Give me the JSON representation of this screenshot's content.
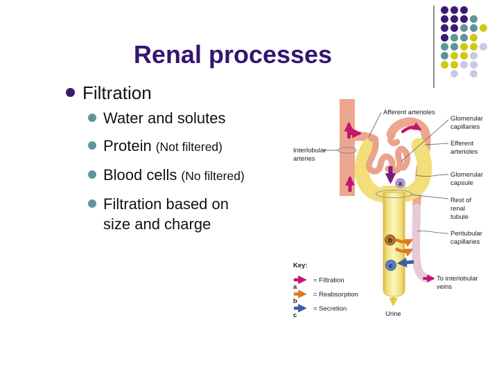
{
  "slide": {
    "title": "Renal processes"
  },
  "colors": {
    "title": "#341570",
    "main_bullet": "#3b1a70",
    "sub_bullet": "#5f9598",
    "vessel_salmon": "#eea78f",
    "capsule_yellow": "#f2df7a",
    "peritubular_pink": "#e6cada",
    "purple_arrow": "#7d1b7d",
    "urine_arrow": "#e3cc3a",
    "marker_a_fill": "#b29ad0",
    "marker_b_fill": "#b07531",
    "marker_c_fill": "#5c80bd"
  },
  "bullets": {
    "main": {
      "text": "Filtration"
    },
    "sub": [
      {
        "text": "Water and solutes",
        "note": "",
        "text2": ""
      },
      {
        "text": "Protein",
        "note": "(Not filtered)",
        "text2": ""
      },
      {
        "text": "Blood cells",
        "note": "(No filtered)",
        "text2": ""
      },
      {
        "text": "Filtration based on",
        "note": "",
        "text2": "size and charge"
      }
    ]
  },
  "decoration": {
    "pattern": [
      "PPP..",
      "PPPT.",
      "PPTTY",
      "PTTY.",
      "TTYYL",
      "TYYL.",
      "YYLL.",
      ".L.L."
    ],
    "palette": {
      "P": "#3d1973",
      "T": "#5f9496",
      "Y": "#d0c713",
      "L": "#c9c9e2"
    }
  },
  "diagram": {
    "labels": {
      "afferent": "Afferent arterioles",
      "glomerular_capillaries": [
        "Glomerular",
        "capillaries"
      ],
      "efferent": [
        "Efferent",
        "arterioles"
      ],
      "interlobular": [
        "Interlobular",
        "arteries"
      ],
      "glomerular_capsule": [
        "Glomerular",
        "capsule"
      ],
      "rest_of_renal_tubule": [
        "Rest of",
        "renal",
        "tubule"
      ],
      "peritubular": [
        "Peritubular",
        "capillaries"
      ],
      "to_interlobular_veins": [
        "To interlobular",
        "veins"
      ],
      "urine": "Urine"
    },
    "markers": {
      "a": "a",
      "b": "b",
      "c": "c"
    },
    "key": {
      "title": "Key:",
      "items": [
        {
          "letter": "a",
          "label": "= Filtration",
          "color": "#c4156e"
        },
        {
          "letter": "b",
          "label": "= Reabsorption",
          "color": "#dd7b20"
        },
        {
          "letter": "c",
          "label": "= Secretion",
          "color": "#3b5ea8"
        }
      ]
    }
  }
}
